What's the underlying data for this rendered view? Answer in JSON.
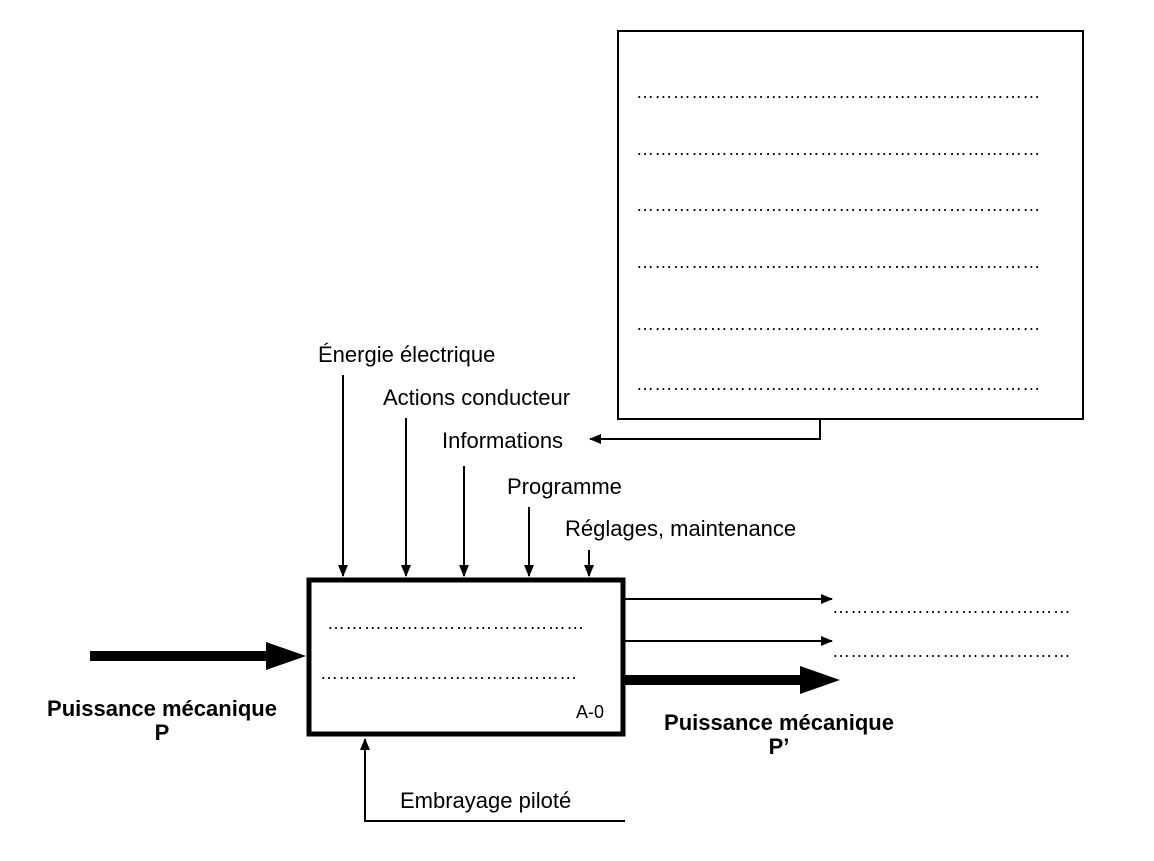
{
  "notes_box": {
    "lines": [
      "…………………………………………………………",
      "…………………………………………………………",
      "…………………………………………………………",
      "…………………………………………………………",
      "…………………………………………………………",
      "…………………………………………………………"
    ]
  },
  "inputs_top": {
    "energie": "Énergie électrique",
    "actions": "Actions conducteur",
    "informations": "Informations",
    "programme": "Programme",
    "reglages": "Réglages, maintenance"
  },
  "function_box": {
    "line1": "……………………………………",
    "line2": "……………………………………",
    "id": "A-0"
  },
  "input_left": {
    "line1": "Puissance mécanique",
    "line2": "P"
  },
  "outputs_right": {
    "line1": "…………………………………",
    "line2": "…………………………………",
    "main_line1": "Puissance mécanique",
    "main_line2": "P’"
  },
  "support": {
    "label": "Embrayage piloté"
  }
}
